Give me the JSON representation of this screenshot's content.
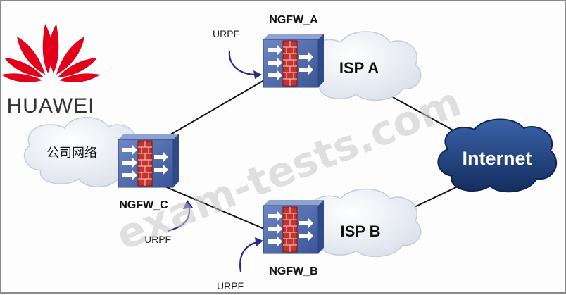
{
  "brand": {
    "name": "HUAWEI",
    "logo_color": "#e2001a"
  },
  "watermark": "exam-tests.com",
  "devices": {
    "ngfw_a": "NGFW_A",
    "ngfw_b": "NGFW_B",
    "ngfw_c": "NGFW_C"
  },
  "clouds": {
    "corporate": "公司网络",
    "isp_a": "ISP A",
    "isp_b": "ISP B",
    "internet": "Internet"
  },
  "annotations": {
    "urpf_a": "URPF",
    "urpf_c": "URPF",
    "urpf_b": "URPF"
  },
  "colors": {
    "firewall_body": "#4a66a8",
    "firewall_wall": "#c8322d",
    "cloud": "#e6ebf3",
    "internet_cloud": "#1f3d78",
    "arrow": "#2a2a8c"
  }
}
